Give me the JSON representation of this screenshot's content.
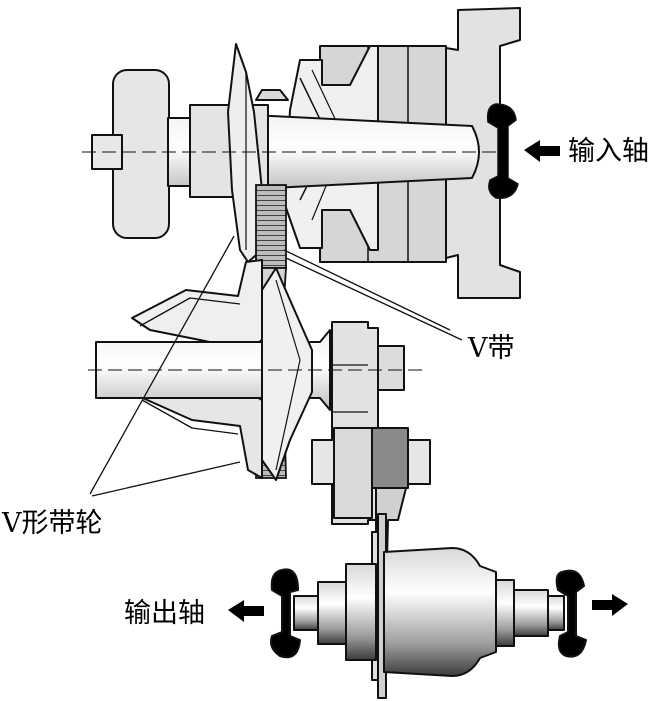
{
  "labels": {
    "input_shaft": "输入轴",
    "v_belt": "V带",
    "v_pulley": "V形带轮",
    "output_shaft": "输出轴"
  },
  "colors": {
    "stroke": "#111111",
    "metal_light": "#e9e9e9",
    "metal_mid": "#cfcfcf",
    "metal_dark": "#9a9a9a",
    "black": "#000000"
  },
  "icons": {
    "input_arrow": "arrow-left-icon",
    "output_left_arrow": "arrow-left-icon",
    "output_right_arrow": "arrow-right-icon"
  }
}
